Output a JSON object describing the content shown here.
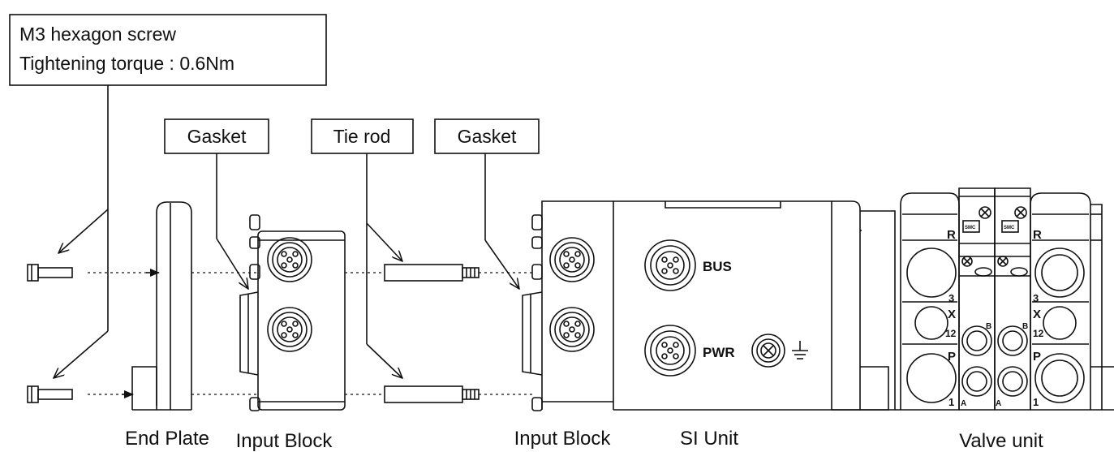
{
  "callouts": {
    "screw_line1": "M3 hexagon screw",
    "screw_line2": "Tightening torque : 0.6Nm",
    "gasket_left": "Gasket",
    "tie_rod": "Tie rod",
    "gasket_right": "Gasket"
  },
  "captions": {
    "end_plate": "End Plate",
    "input_block_1": "Input Block",
    "input_block_2": "Input Block",
    "si_unit": "SI Unit",
    "valve_unit": "Valve unit"
  },
  "si_unit": {
    "bus": "BUS",
    "pwr": "PWR"
  },
  "valve_ports": {
    "r": "R",
    "three": "3",
    "x": "X",
    "twelve": "12",
    "p": "P",
    "one": "1",
    "b": "B",
    "a": "A",
    "badge": "SMC"
  },
  "colors": {
    "line": "#111111",
    "background": "#ffffff"
  }
}
